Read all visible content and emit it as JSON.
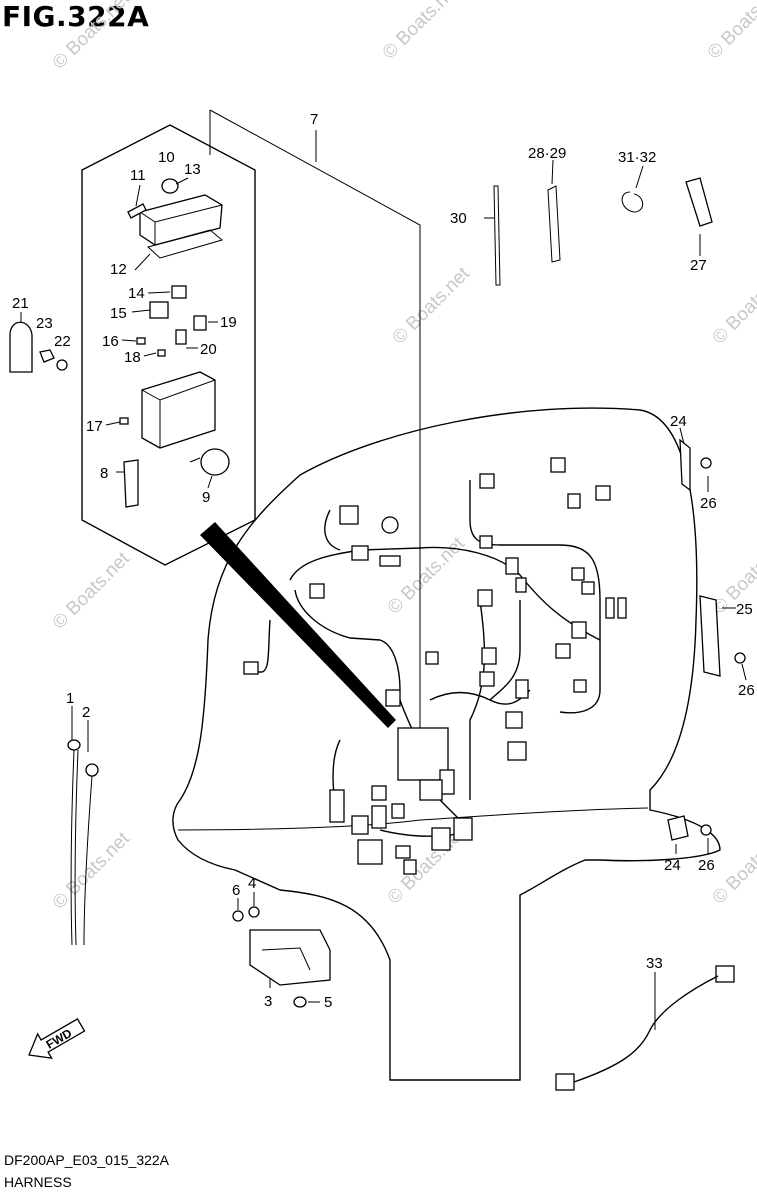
{
  "figure": {
    "title": "FIG.322A",
    "code": "DF200AP_E03_015_322A",
    "section": "HARNESS",
    "fwd_label": "FWD",
    "watermark": "© Boats.net"
  },
  "callouts": [
    {
      "id": "p1",
      "label": "1"
    },
    {
      "id": "p2",
      "label": "2"
    },
    {
      "id": "p3",
      "label": "3"
    },
    {
      "id": "p4",
      "label": "4"
    },
    {
      "id": "p5",
      "label": "5"
    },
    {
      "id": "p6",
      "label": "6"
    },
    {
      "id": "p7",
      "label": "7"
    },
    {
      "id": "p8",
      "label": "8"
    },
    {
      "id": "p9",
      "label": "9"
    },
    {
      "id": "p10",
      "label": "10"
    },
    {
      "id": "p11",
      "label": "11"
    },
    {
      "id": "p12",
      "label": "12"
    },
    {
      "id": "p13",
      "label": "13"
    },
    {
      "id": "p14",
      "label": "14"
    },
    {
      "id": "p15",
      "label": "15"
    },
    {
      "id": "p16",
      "label": "16"
    },
    {
      "id": "p17",
      "label": "17"
    },
    {
      "id": "p18",
      "label": "18"
    },
    {
      "id": "p19",
      "label": "19"
    },
    {
      "id": "p20",
      "label": "20"
    },
    {
      "id": "p21",
      "label": "21"
    },
    {
      "id": "p22",
      "label": "22"
    },
    {
      "id": "p23",
      "label": "23"
    },
    {
      "id": "p24a",
      "label": "24"
    },
    {
      "id": "p24b",
      "label": "24"
    },
    {
      "id": "p25",
      "label": "25"
    },
    {
      "id": "p26a",
      "label": "26"
    },
    {
      "id": "p26b",
      "label": "26"
    },
    {
      "id": "p26c",
      "label": "26"
    },
    {
      "id": "p27",
      "label": "27"
    },
    {
      "id": "p2829",
      "label": "28·29"
    },
    {
      "id": "p30",
      "label": "30"
    },
    {
      "id": "p3132",
      "label": "31·32"
    },
    {
      "id": "p33",
      "label": "33"
    }
  ]
}
